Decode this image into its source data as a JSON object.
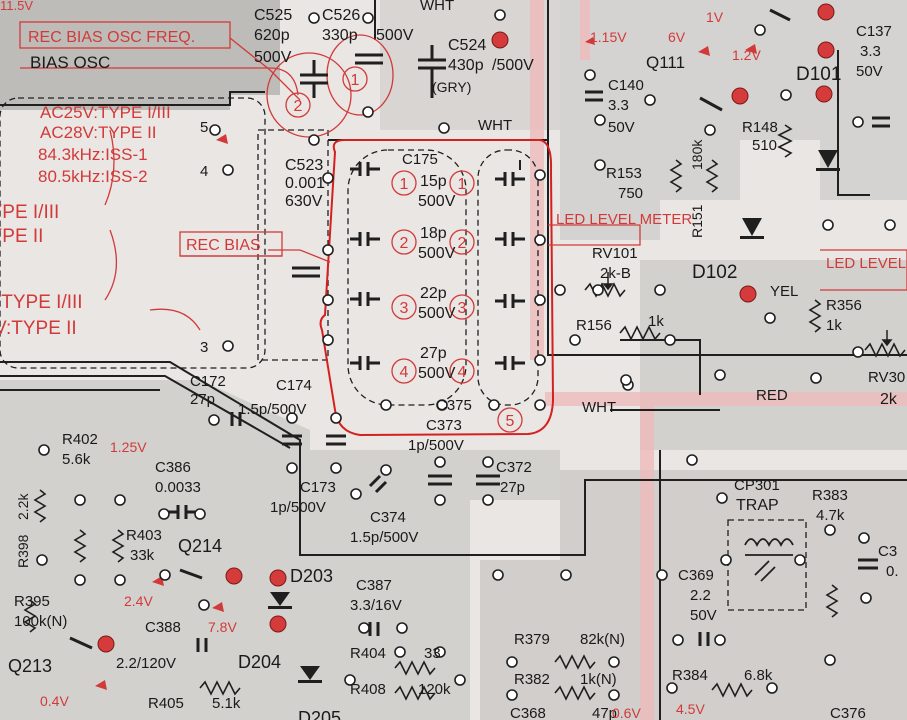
{
  "colors": {
    "board": "#e9e6e3",
    "copper": "#9c9a98",
    "trace": "#1f1f1f",
    "annotation": "#d23a3a",
    "pad_red": "#d63b3b",
    "highlight_band": "#eebbbb"
  },
  "annotations": {
    "rec_bias_osc_freq": "REC BIAS OSC FREQ.",
    "bias_osc": "BIAS OSC",
    "ac25v": "AC25V:TYPE I/III",
    "ac28v": "AC28V:TYPE II",
    "freq1": "84.3kHz:ISS-1",
    "freq2": "80.5kHz:ISS-2",
    "type13": "TYPE I/III",
    "type2": "TYPE II",
    "rec_bias": "REC BIAS",
    "v_type13": ":TYPE I/III",
    "v_type2": "V:TYPE II",
    "led_level_meter": "LED LEVEL METER",
    "led_level_meter2": "LED LEVEL METER",
    "trap": "TRAP",
    "wht_top": "WHT",
    "wht_mid": "WHT",
    "wht_c524": "WHT",
    "gry": "(GRY)",
    "red": "RED",
    "yel": "YEL",
    "pin5": "5",
    "pin4": "4",
    "pin3": "3"
  },
  "voltages": {
    "v11_5": "11.5V",
    "v1_15": "1.15V",
    "v6": "6V",
    "v1_2": "1.2V",
    "v1": "1V",
    "v1_25": "1.25V",
    "v2_4": "2.4V",
    "v7_8": "7.8V",
    "v0_4": "0.4V",
    "v4_5": "4.5V",
    "v0_6": "0.6V"
  },
  "components": {
    "c525": {
      "ref": "C525",
      "val1": "620p",
      "val2": "500V"
    },
    "c526": {
      "ref": "C526",
      "val1": "330p",
      "val2": "500V"
    },
    "c524": {
      "ref": "C524",
      "val1": "430p",
      "val2": "/500V"
    },
    "c523": {
      "ref": "C523",
      "val1": "0.001",
      "val2": "630V"
    },
    "c175": {
      "ref": "C175"
    },
    "cap15": {
      "val1": "15p",
      "val2": "500V"
    },
    "cap18": {
      "val1": "18p",
      "val2": "500V"
    },
    "cap22": {
      "val1": "22p",
      "val2": "500V"
    },
    "cap27": {
      "val1": "27p",
      "val2": "500V"
    },
    "c172": {
      "ref": "C172",
      "val1": "27p"
    },
    "c174": {
      "ref": "C174",
      "val1": "1.5p/500V"
    },
    "c375": {
      "ref": "C375"
    },
    "c373": {
      "ref": "C373",
      "val1": "1p/500V"
    },
    "c372": {
      "ref": "C372",
      "val1": "27p"
    },
    "c173": {
      "ref": "C173",
      "val1": "1p/500V"
    },
    "c374": {
      "ref": "C374",
      "val1": "1.5p/500V"
    },
    "c386": {
      "ref": "C386",
      "val1": "0.0033"
    },
    "c387": {
      "ref": "C387",
      "val1": "3.3/16V"
    },
    "c388": {
      "ref": "C388",
      "val1": "2.2/120V"
    },
    "c140": {
      "ref": "C140",
      "val1": "3.3",
      "val2": "50V"
    },
    "c137": {
      "ref": "C137",
      "val1": "3.3",
      "val2": "50V"
    },
    "c369": {
      "ref": "C369",
      "val1": "2.2",
      "val2": "50V"
    },
    "c368": {
      "ref": "C368",
      "val1": "47p"
    },
    "c376": {
      "ref": "C376"
    },
    "c3xx": {
      "ref": "C3",
      "val1": "0."
    },
    "q111": {
      "ref": "Q111"
    },
    "q214": {
      "ref": "Q214"
    },
    "q213": {
      "ref": "Q213"
    },
    "d101": {
      "ref": "D101"
    },
    "d102": {
      "ref": "D102"
    },
    "d203": {
      "ref": "D203"
    },
    "d204": {
      "ref": "D204"
    },
    "d205": {
      "ref": "D205"
    },
    "r148": {
      "ref": "R148",
      "val1": "510"
    },
    "r153": {
      "ref": "R153",
      "val1": "750"
    },
    "r151": {
      "ref": "R151",
      "val1": "180k"
    },
    "rv101": {
      "ref": "RV101",
      "val1": "2k-B"
    },
    "r156": {
      "ref": "R156",
      "val1": "1k"
    },
    "r356": {
      "ref": "R356",
      "val1": "1k"
    },
    "rv30": {
      "ref": "RV30",
      "val1": "2k"
    },
    "cp301": {
      "ref": "CP301"
    },
    "r383": {
      "ref": "R383",
      "val1": "4.7k"
    },
    "r402": {
      "ref": "R402",
      "val1": "5.6k"
    },
    "r398": {
      "ref": "R398",
      "val1": "2.2k"
    },
    "r403": {
      "ref": "R403",
      "val1": "33k"
    },
    "r395": {
      "ref": "R395",
      "val1": "100k(N)"
    },
    "r405": {
      "ref": "R405",
      "val1": "5.1k"
    },
    "r404": {
      "ref": "R404",
      "val1": "33"
    },
    "r408": {
      "ref": "R408",
      "val1": "120k"
    },
    "r379": {
      "ref": "R379",
      "val1": "82k(N)"
    },
    "r382": {
      "ref": "R382",
      "val1": "1k(N)"
    },
    "r384": {
      "ref": "R384",
      "val1": "6.8k"
    }
  },
  "circled_numbers": [
    "1",
    "2",
    "3",
    "4",
    "5"
  ]
}
